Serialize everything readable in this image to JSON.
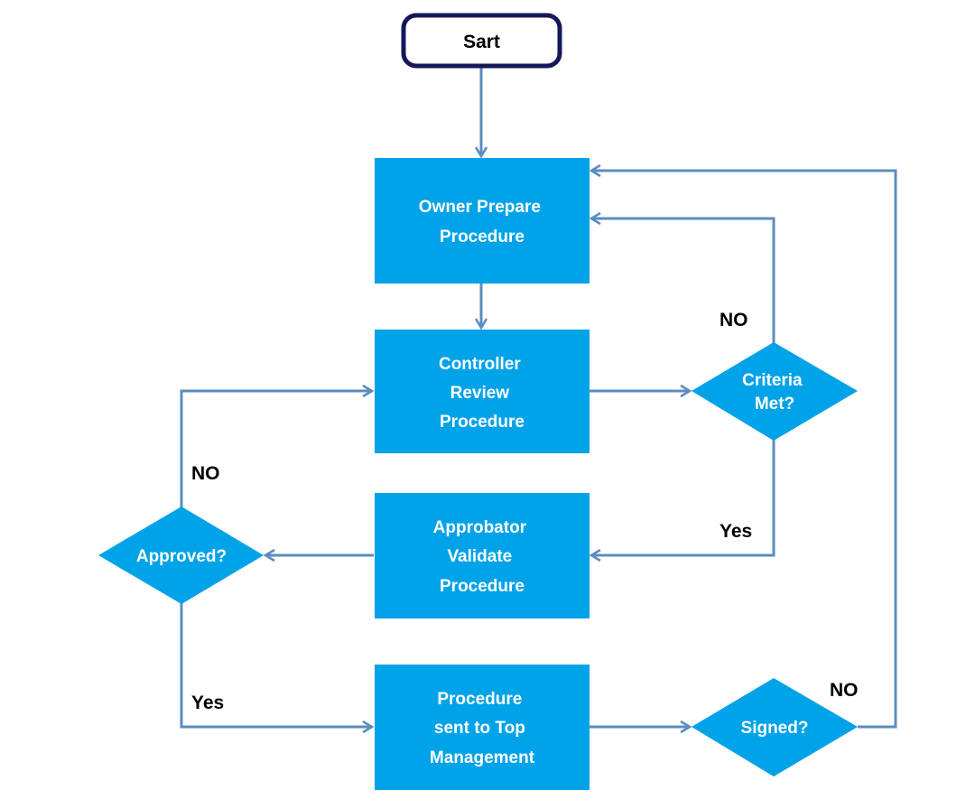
{
  "colors": {
    "process_fill": "#00A2E8",
    "decision_fill": "#00A2E8",
    "start_border": "#14185A",
    "connector": "#5B8DC0",
    "process_text": "#FFFFFF",
    "label_text": "#000000"
  },
  "start": {
    "label": "Sart"
  },
  "processes": {
    "owner_prepare": [
      "Owner Prepare",
      "Procedure"
    ],
    "controller_review": [
      "Controller",
      "Review",
      "Procedure"
    ],
    "approbator_validate": [
      "Approbator",
      "Validate",
      "Procedure"
    ],
    "sent_to_management": [
      "Procedure",
      "sent to Top",
      "Management"
    ]
  },
  "decisions": {
    "criteria_met": [
      "Criteria",
      "Met?"
    ],
    "approved": [
      "Approved?"
    ],
    "signed": [
      "Signed?"
    ]
  },
  "edge_labels": {
    "criteria_no": "NO",
    "criteria_yes": "Yes",
    "approved_no": "NO",
    "approved_yes": "Yes",
    "signed_no": "NO"
  }
}
